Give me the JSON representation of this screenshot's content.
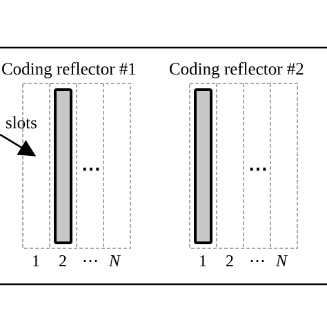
{
  "reflectors": [
    {
      "title": "Coding reflector #1",
      "occupied_slot": "2",
      "slot_labels": {
        "first": "1",
        "second": "2",
        "ellipsis": "⋯",
        "last": "N"
      },
      "inner_ellipsis": "⋯"
    },
    {
      "title": "Coding reflector #2",
      "occupied_slot": "1",
      "slot_labels": {
        "first": "1",
        "second": "2",
        "ellipsis": "⋯",
        "last": "N"
      },
      "inner_ellipsis": "⋯"
    }
  ],
  "slots_label": "slots",
  "colors": {
    "frame": "#000000",
    "dashed_slot": "#8c8c8c",
    "reflector_fill": "#c8c8c8",
    "reflector_stroke": "#000000"
  }
}
